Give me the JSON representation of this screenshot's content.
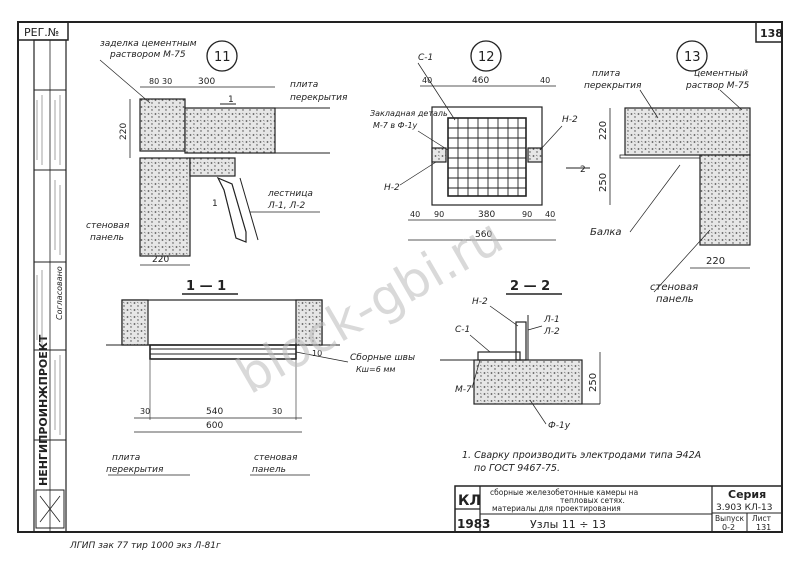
{
  "reg_box": "РЕГ.№",
  "sheet_number": "138",
  "stamp_left": {
    "org": "НЕНГИПРОИНЖПРОЕКТ",
    "agreed": "Согласовано"
  },
  "views": {
    "node11": {
      "circle": "11",
      "labels": {
        "grout_line1": "заделка цементным",
        "grout_line2": "раствором М-75",
        "slab_line1": "плита",
        "slab_line2": "перекрытия",
        "wall_line1": "стеновая",
        "wall_line2": "панель",
        "stair_line1": "лестница",
        "stair_line2": "Л-1, Л-2"
      },
      "dims": {
        "d80": "80",
        "d30": "30",
        "d300": "300",
        "d1": "1",
        "d220v": "220",
        "d220h": "220",
        "d1b": "1"
      }
    },
    "node12": {
      "circle": "12",
      "labels": {
        "c1": "С-1",
        "emb_line1": "Закладная деталь",
        "emb_line2": "М-7 в Ф-1у",
        "n2a": "Н-2",
        "n2b": "Н-2",
        "d2": "2"
      },
      "dims": {
        "d40a": "40",
        "d460": "460",
        "d40b": "40",
        "d40c": "40",
        "d90a": "90",
        "d380": "380",
        "d90b": "90",
        "d40d": "40",
        "d560": "560"
      }
    },
    "node13": {
      "circle": "13",
      "labels": {
        "slab_line1": "плита",
        "slab_line2": "перекрытия",
        "grout_line1": "цементный",
        "grout_line2": "раствор М-75",
        "beam": "Балка",
        "wall_line1": "стеновая",
        "wall_line2": "панель"
      },
      "dims": {
        "d220v": "220",
        "d250v": "250",
        "d220h": "220"
      }
    },
    "section11": {
      "title": "1 — 1",
      "labels": {
        "welds_line1": "Сборные швы",
        "welds_line2": "Кш=6 мм",
        "slab_line1": "плита",
        "slab_line2": "перекрытия",
        "wall_line1": "стеновая",
        "wall_line2": "панель"
      },
      "dims": {
        "d30a": "30",
        "d540": "540",
        "d30b": "30",
        "d600": "600",
        "d10": "10"
      }
    },
    "section22": {
      "title": "2 — 2",
      "labels": {
        "n2": "Н-2",
        "c1": "С-1",
        "l1": "Л-1",
        "l2": "Л-2",
        "m7": "М-7",
        "f1": "Ф-1у"
      },
      "dims": {
        "d250": "250"
      }
    }
  },
  "note": {
    "line1": "1. Сварку производить электродами типа Э42А",
    "line2": "по ГОСТ 9467-75."
  },
  "title_block": {
    "code": "КЛ",
    "year": "1983",
    "desc_line1": "сборные железобетонные камеры на",
    "desc_line2": "тепловых сетях.",
    "desc_line3": "материалы для проектирования",
    "subject": "Узлы   11 ÷ 13",
    "series_label": "Серия",
    "series_value": "3.903 КЛ-13",
    "issue_label": "Выпуск",
    "issue_value": "0-2",
    "sheet_label": "Лист",
    "sheet_value": "131"
  },
  "footer": "ЛГИП  зак 77  тир 1000 экз  Л-81г",
  "watermark": "block-gbi.ru"
}
